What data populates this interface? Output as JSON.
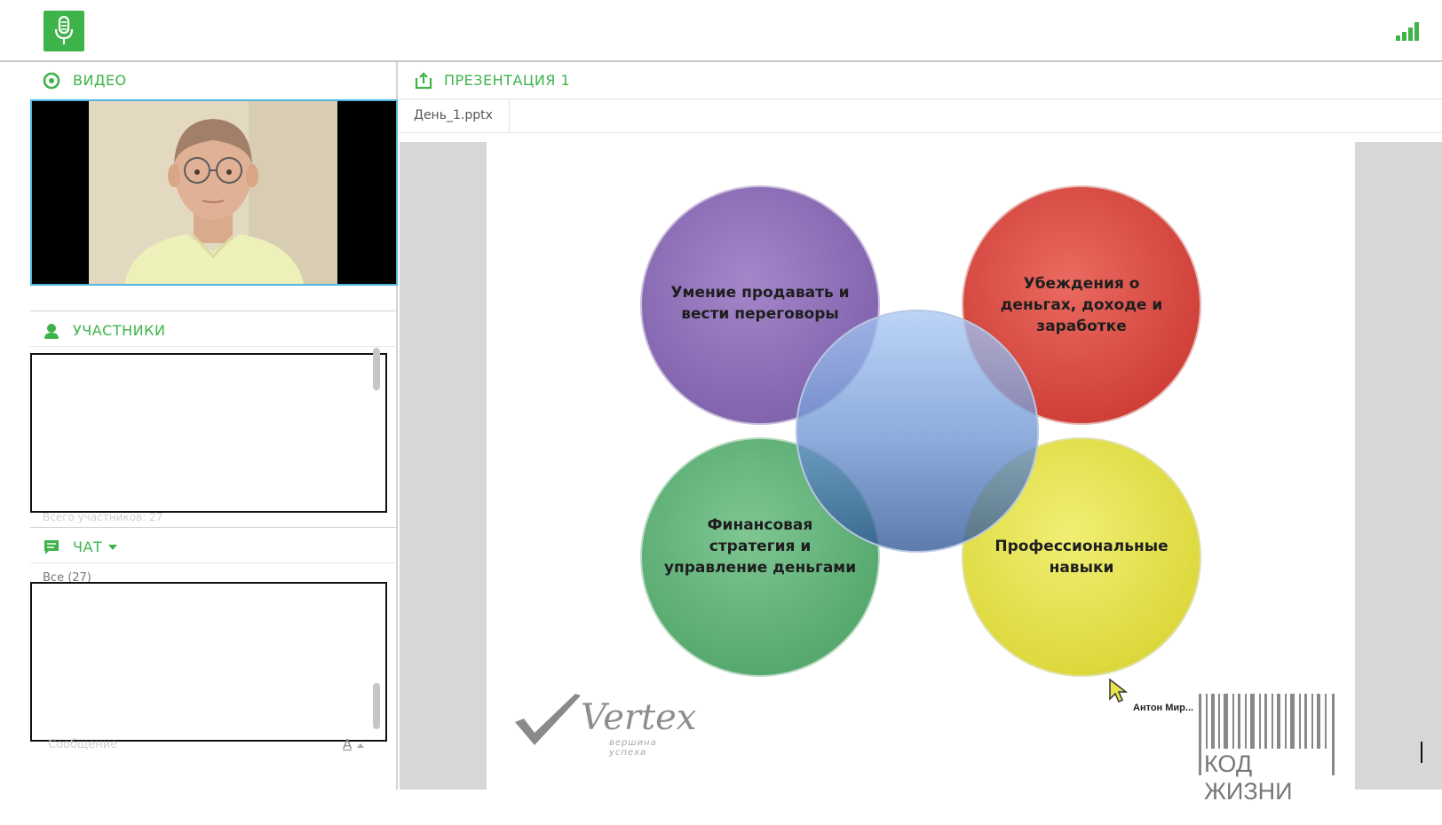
{
  "app": {
    "icons": {
      "logo": "microphone-icon",
      "signal": "signal-strength-icon"
    },
    "accent_color": "#3db34a"
  },
  "video_panel": {
    "title": "ВИДЕО",
    "icon": "video-circle-icon"
  },
  "participants_panel": {
    "title": "УЧАСТНИКИ",
    "icon": "user-icon",
    "faded_footer": "Всего участников: 27"
  },
  "chat_panel": {
    "title": "ЧАТ",
    "icon": "chat-icon",
    "tab_all": "Все (27)",
    "message_placeholder": "Сообщение",
    "font_button": "A"
  },
  "presentation": {
    "title": "ПРЕЗЕНТАЦИЯ 1",
    "icon": "upload-icon",
    "file_tab": "День_1.pptx"
  },
  "slide": {
    "circles": [
      {
        "label": "Умение продавать и вести переговоры",
        "color": "#8a67b6"
      },
      {
        "label": "Убеждения о деньгах, доходе и заработке",
        "color": "#dc4a43"
      },
      {
        "label": "Финансовая стратегия и управление деньгами",
        "color": "#60b278"
      },
      {
        "label": "Профессиональные навыки",
        "color": "#e6e44a"
      }
    ],
    "center_color": "#5d86c9",
    "logo_word": "Vertex",
    "logo_sub": "вершина успеха",
    "barcode_text": "КОД ЖИЗНИ",
    "cursor_user": "Антон Мир..."
  }
}
